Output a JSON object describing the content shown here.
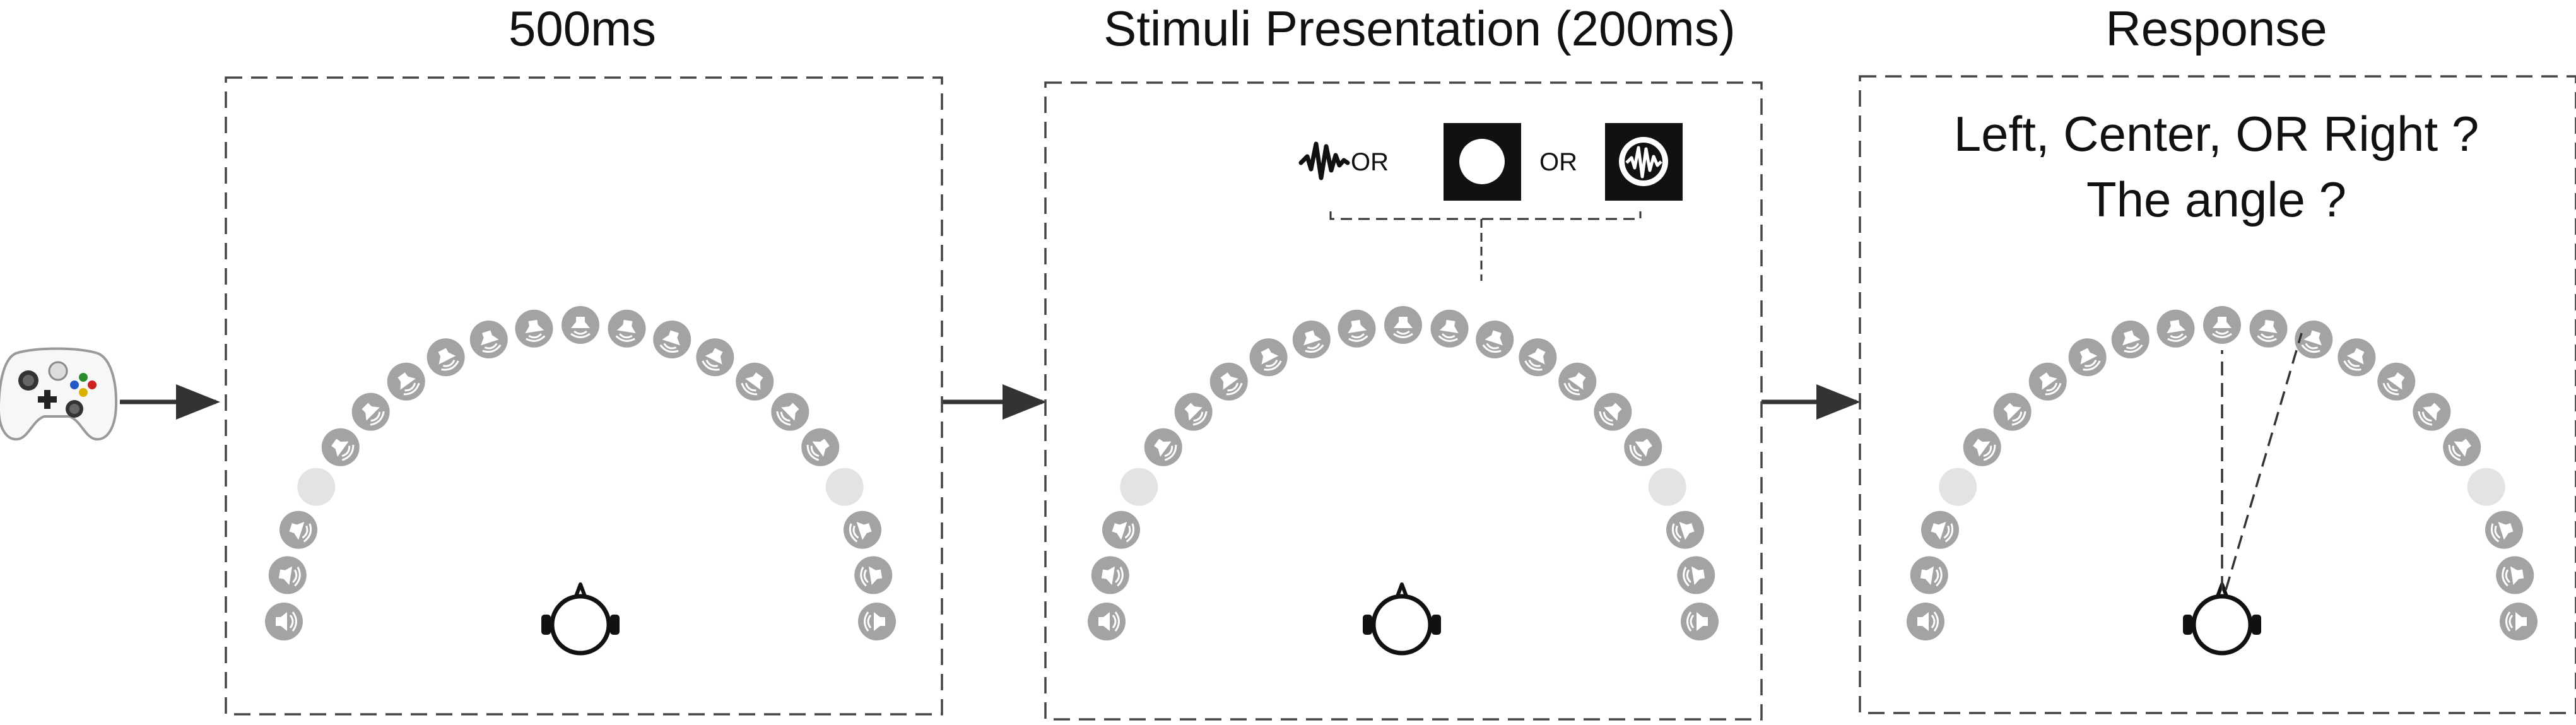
{
  "phases": [
    {
      "id": "fixation",
      "title": "500ms"
    },
    {
      "id": "stimuli",
      "title": "Stimuli Presentation (200ms)"
    },
    {
      "id": "response",
      "title": "Response"
    }
  ],
  "stimulus_options": {
    "types": [
      "auditory-waveform-icon",
      "visual-disc-icon",
      "audiovisual-icon"
    ],
    "connector": "OR"
  },
  "response_questions": [
    "Left, Center, OR Right ?",
    "The angle ?"
  ],
  "speaker_array": {
    "count": 21,
    "inactive_positions": [
      3,
      17
    ],
    "colors": {
      "speaker": "#a3a3a3",
      "inactive": "#e3e3e3",
      "glyph": "#ffffff"
    }
  },
  "colors": {
    "frame": "#444444",
    "arrow": "#333333",
    "ink": "#111111"
  }
}
